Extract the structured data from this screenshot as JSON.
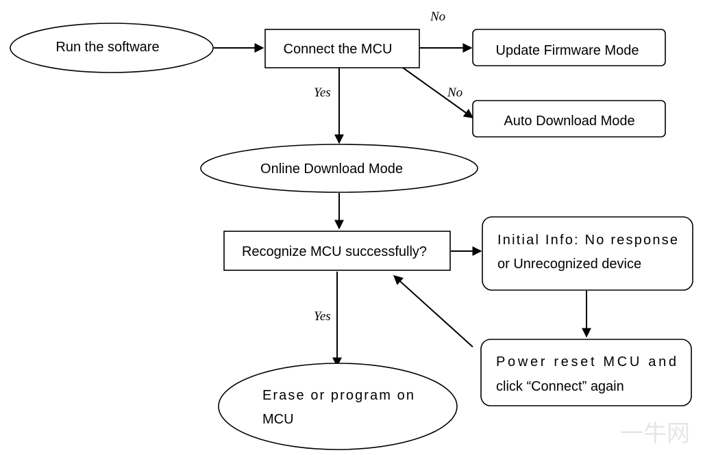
{
  "nodes": {
    "run_software": "Run the software",
    "connect_mcu": "Connect the MCU",
    "update_firmware": "Update Firmware Mode",
    "auto_download": "Auto Download Mode",
    "online_download": "Online Download Mode",
    "recognize_mcu": "Recognize MCU successfully?",
    "initial_info": [
      "Initial Info: No response",
      "or Unrecognized device"
    ],
    "power_reset": [
      "Power reset MCU and",
      "click “Connect” again"
    ],
    "erase_program": [
      "Erase or program on",
      "MCU"
    ]
  },
  "edge_labels": {
    "connect_to_update": "No",
    "connect_to_auto": "No",
    "connect_to_online": "Yes",
    "recognize_to_erase": "Yes"
  },
  "watermark": "一牛网"
}
